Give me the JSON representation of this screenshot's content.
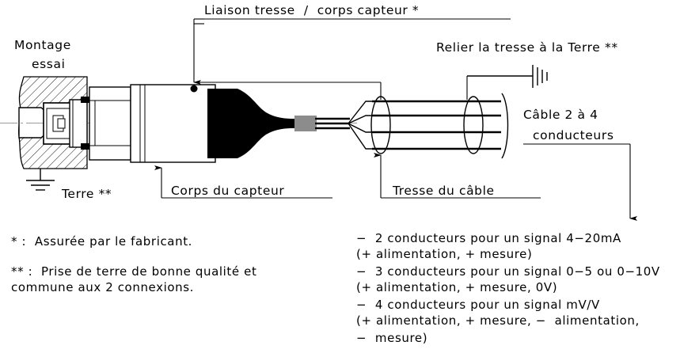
{
  "diagram": {
    "title_note": "Liaison tresse / corps capteur *",
    "type": "sensor-cable-shield-grounding-diagram",
    "language": "fr"
  },
  "labels": {
    "mounting_line1": "Montage",
    "mounting_line2": "essai",
    "top_callout": "Liaison tresse  /  corps capteur *",
    "earth_callout": "Relier la tresse à la Terre **",
    "cable_line1": "Câble 2 à 4",
    "cable_line2": "conducteurs",
    "earth_left": "Terre **",
    "sensor_body": "Corps du capteur",
    "cable_braid": "Tresse du câble"
  },
  "footnotes": [
    "* :  Assurée par le fabricant.",
    "** :  Prise de terre de bonne qualité et",
    "commune aux 2 connexions."
  ],
  "conductor_notes": [
    "−  2 conducteurs pour un signal 4−20mA",
    "(+ alimentation, + mesure)",
    "−  3 conducteurs pour un signal 0−5 ou 0−10V",
    "(+ alimentation, + mesure, 0V)",
    "−  4 conducteurs pour un signal mV/V",
    "(+ alimentation, + mesure, −  alimentation,",
    "−  mesure)"
  ],
  "icons": {
    "earth_ground_left": "earth-ground-symbol",
    "earth_ground_right": "earth-ground-symbol-rotated",
    "junction_dot": "connection-node-dot",
    "arrow_down": "arrow-down-head",
    "arrow_up": "arrow-up-head"
  },
  "colors": {
    "stroke": "#000000",
    "background": "#ffffff",
    "boot_black": "#000000",
    "ferrule_grey": "#8c8c8c",
    "centerline": "#9a9a9a"
  }
}
